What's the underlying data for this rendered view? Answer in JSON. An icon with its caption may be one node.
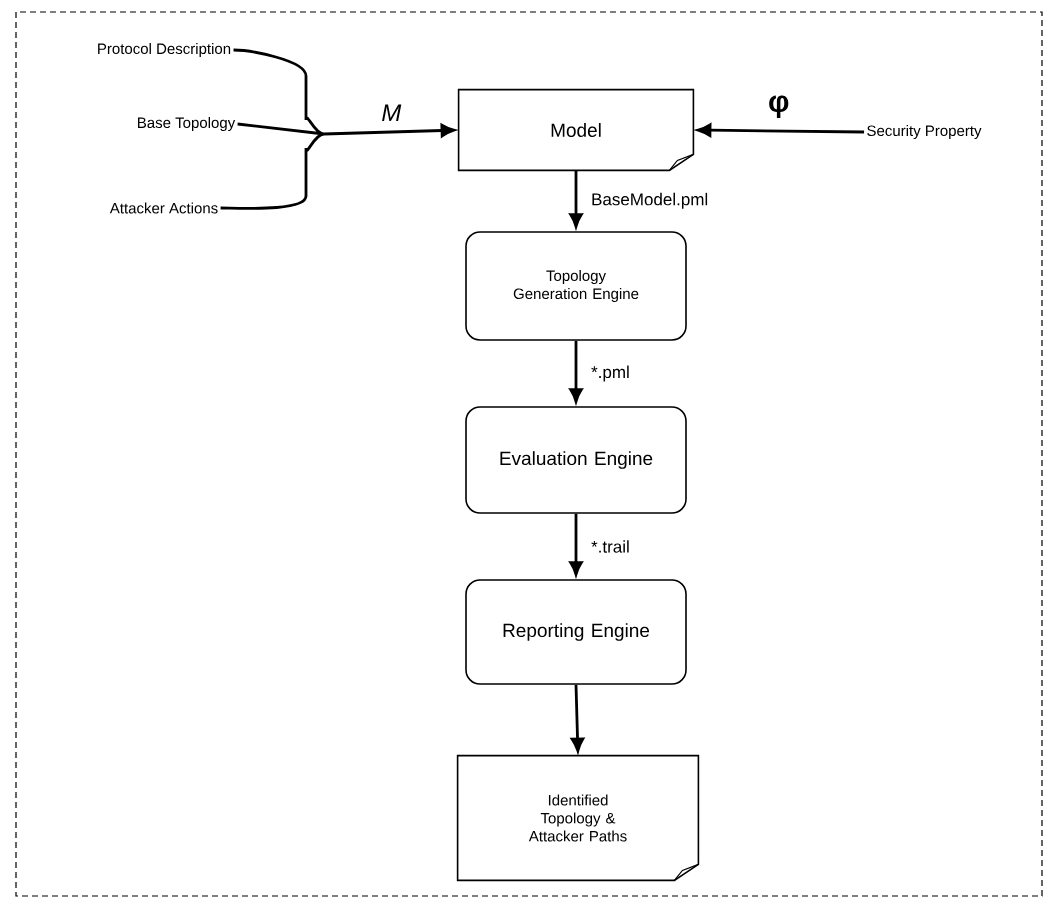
{
  "diagram": {
    "nodes": [
      {
        "text": [
          "Protocol Description"
        ]
      },
      {
        "text": [
          "Base Topology"
        ]
      },
      {
        "text": [
          "Attacker Actions"
        ]
      },
      {
        "text": [
          "Model"
        ]
      },
      {
        "text": [
          "Security Property"
        ]
      },
      {
        "text": [
          "Topology Generation Engine"
        ]
      },
      {
        "text": [
          "Evaluation Engine"
        ]
      },
      {
        "text": [
          "Reporting Engine"
        ]
      },
      {
        "text": [
          "Identified Topology & Attacker Paths"
        ]
      }
    ],
    "edges": [
      {
        "from": 0,
        "to": 3,
        "arrow": "to"
      },
      {
        "from": 1,
        "to": 3,
        "arrow": "to",
        "label": "M"
      },
      {
        "from": 2,
        "to": 3,
        "arrow": "to"
      },
      {
        "from": 4,
        "to": 3,
        "arrow": "to",
        "label": "φ"
      },
      {
        "from": 3,
        "to": 5,
        "arrow": "to",
        "label": "BaseModel.pml"
      },
      {
        "from": 5,
        "to": 6,
        "arrow": "to",
        "label": "*.pml"
      },
      {
        "from": 6,
        "to": 7,
        "arrow": "to",
        "label": "*.trail"
      },
      {
        "from": 7,
        "to": 8,
        "arrow": "to"
      }
    ]
  }
}
